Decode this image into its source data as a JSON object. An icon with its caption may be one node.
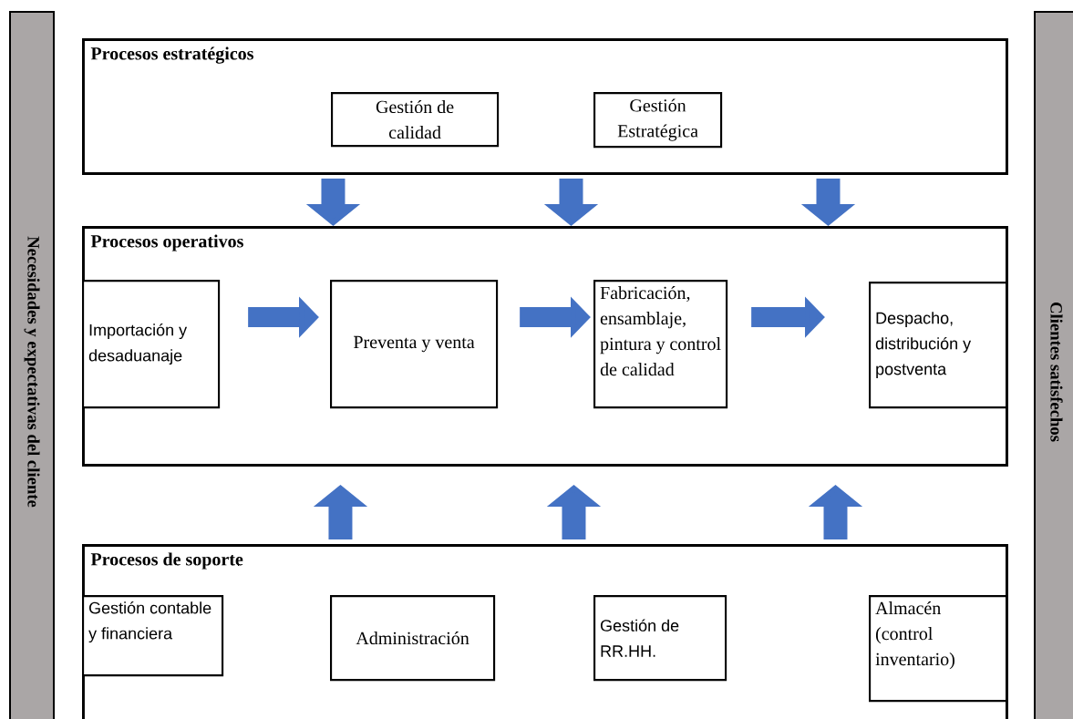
{
  "diagram": {
    "nodes": [
      {
        "text": [
          "Necesidades y expectativas del cliente"
        ]
      },
      {
        "text": [
          "Procesos estratégicos"
        ]
      },
      {
        "text": [
          "Gestión de calidad"
        ],
        "in": 1
      },
      {
        "text": [
          "Gestión Estratégica"
        ],
        "in": 1
      },
      {
        "text": [
          "Procesos operativos"
        ]
      },
      {
        "text": [
          "Importación y desaduanaje"
        ],
        "in": 4
      },
      {
        "text": [
          "Preventa y venta"
        ],
        "in": 4
      },
      {
        "text": [
          "Fabricación, ensamblaje, pintura y control de calidad"
        ],
        "in": 4
      },
      {
        "text": [
          "Despacho, distribución y postventa"
        ],
        "in": 4
      },
      {
        "text": [
          "Procesos de soporte"
        ]
      },
      {
        "text": [
          "Gestión contable y financiera"
        ],
        "in": 9
      },
      {
        "text": [
          "Administración"
        ],
        "in": 9
      },
      {
        "text": [
          "Gestión de RR.HH."
        ],
        "in": 9
      },
      {
        "text": [
          "Almacén (control inventario)"
        ],
        "in": 9
      },
      {
        "text": [
          "Clientes satisfechos"
        ]
      }
    ],
    "edges": [
      {
        "from": 1,
        "to": 4,
        "arrow": "to"
      },
      {
        "from": 1,
        "to": 4,
        "arrow": "to"
      },
      {
        "from": 1,
        "to": 4,
        "arrow": "to"
      },
      {
        "from": 5,
        "to": 6,
        "arrow": "to"
      },
      {
        "from": 6,
        "to": 7,
        "arrow": "to"
      },
      {
        "from": 7,
        "to": 8,
        "arrow": "to"
      },
      {
        "from": 9,
        "to": 4,
        "arrow": "to"
      },
      {
        "from": 9,
        "to": 4,
        "arrow": "to"
      },
      {
        "from": 9,
        "to": 4,
        "arrow": "to"
      }
    ]
  }
}
